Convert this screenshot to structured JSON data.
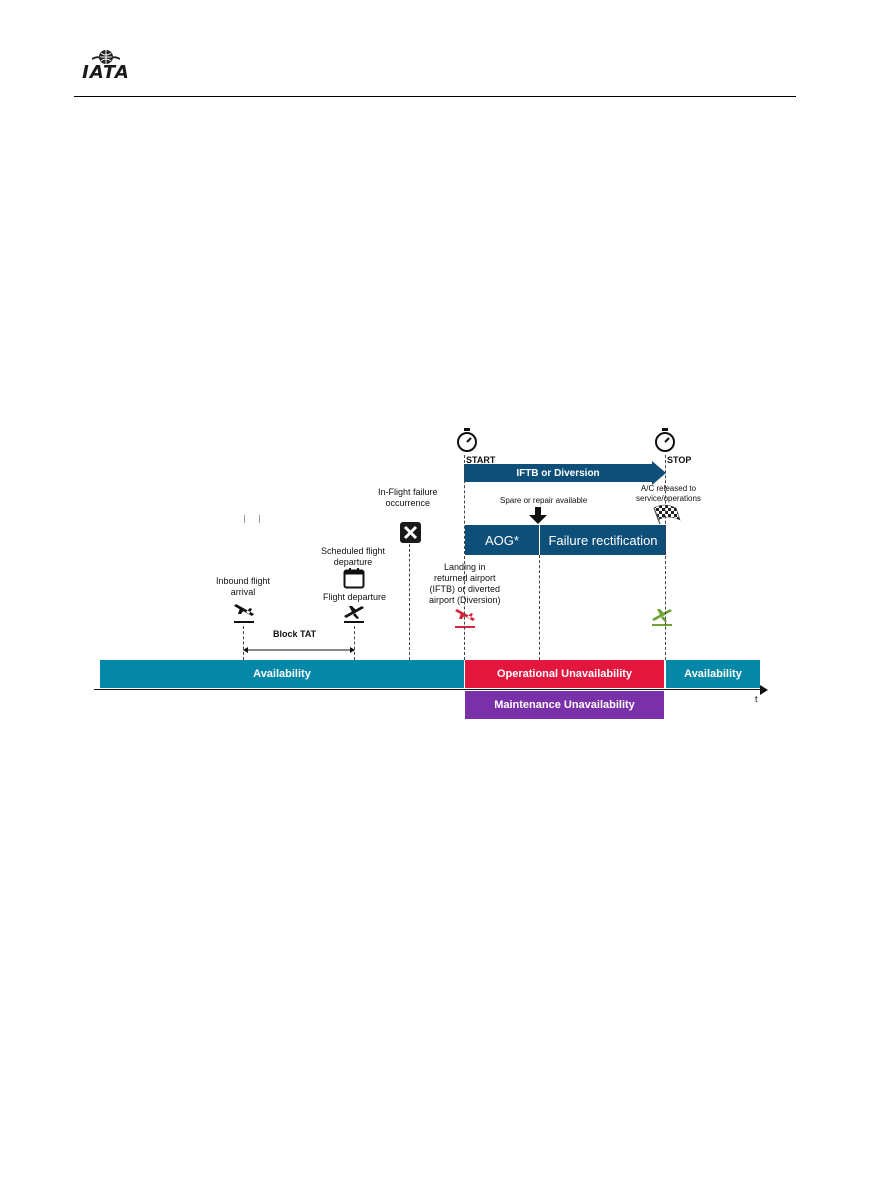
{
  "header": {
    "logo_text": "IATA"
  },
  "diagram": {
    "start_label": "START",
    "stop_label": "STOP",
    "iftb_label": "IFTB or Diversion",
    "spare_label": "Spare or repair available",
    "released_label_line1": "A/C released to",
    "released_label_line2": "service/operations",
    "inflight_label_line1": "In-Flight failure",
    "inflight_label_line2": "occurrence",
    "aog_label": "AOG*",
    "rectification_label": "Failure rectification",
    "scheduled_label_line1": "Scheduled flight",
    "scheduled_label_line2": "departure",
    "inbound_label_line1": "Inbound flight",
    "inbound_label_line2": "arrival",
    "departure_label": "Flight departure",
    "landing_label_line1": "Landing in",
    "landing_label_line2": "returned airport",
    "landing_label_line3": "(IFTB) or diverted",
    "landing_label_line4": "airport (Diversion)",
    "block_tat_label": "Block TAT",
    "availability_left": "Availability",
    "operational_unavailability": "Operational Unavailability",
    "availability_right": "Availability",
    "maintenance_unavailability": "Maintenance Unavailability",
    "time_axis_label": "t"
  },
  "colors": {
    "teal": "#0587a8",
    "navy": "#0e4f7a",
    "red": "#e3173d",
    "purple": "#7a30a8",
    "plane_red": "#d6243a",
    "plane_green": "#6fa336"
  }
}
